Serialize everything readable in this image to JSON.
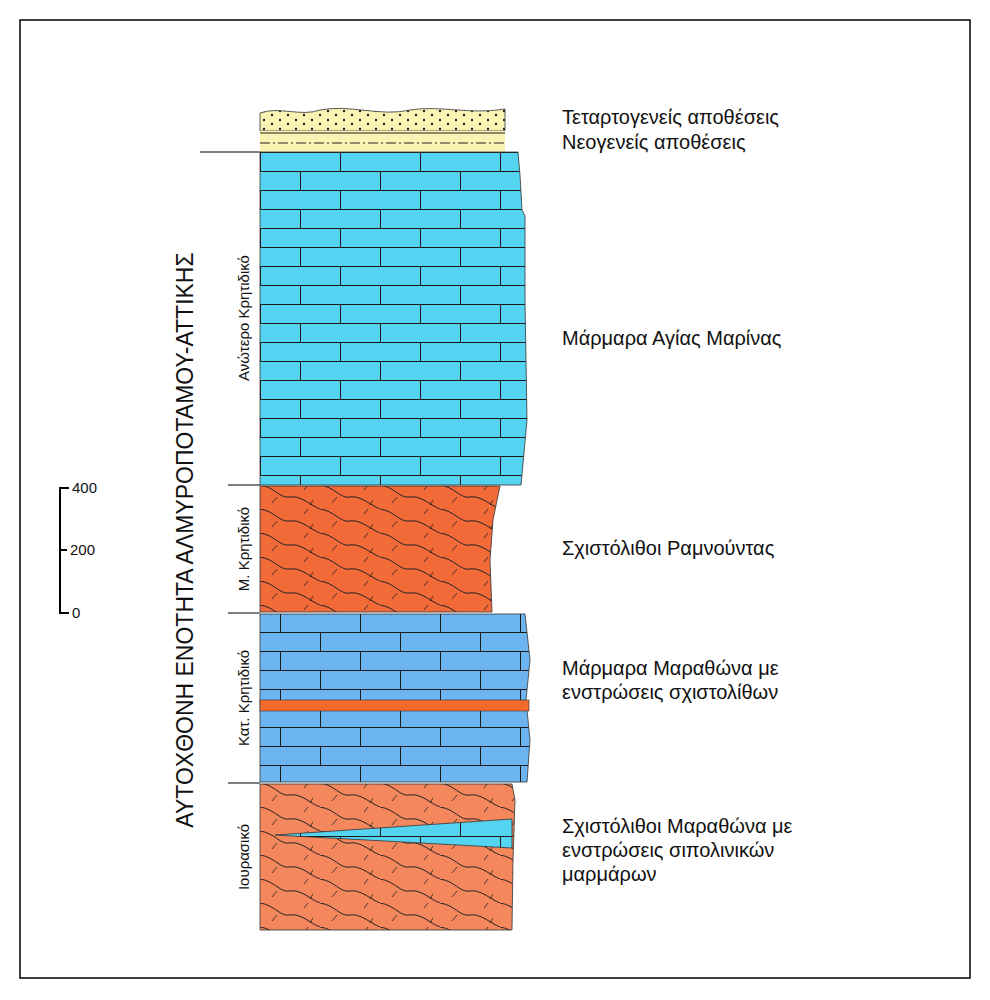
{
  "diagram": {
    "labels": [
      "Τεταρτογενείς αποθέσεις",
      "Νεογενείς αποθέσεις",
      "Μάρμαρα Αγίας Μαρίνας",
      "Σχιστόλιθοι Ραμνούντας",
      "Μάρμαρα Μαραθώνα με ενστρώσεις σχιστολίθων",
      "Σχιστόλιθοι Μαραθώνα με ενστρώσεις σιπολινικών μαρμάρων",
      "Ανώτερο Κρητιδικό",
      "Μ. Κρητιδικό",
      "Κατ. Κρητιδικό",
      "Ιουρασικό",
      "ΑΥΤΟΧΘΟΝΗ ΕΝΟΤΗΤΑ ΑΛΜΥΡΟΠΟΤΑΜΟΥ-ΑΤΤΙΚΗΣ",
      "400",
      "200",
      "0"
    ]
  }
}
